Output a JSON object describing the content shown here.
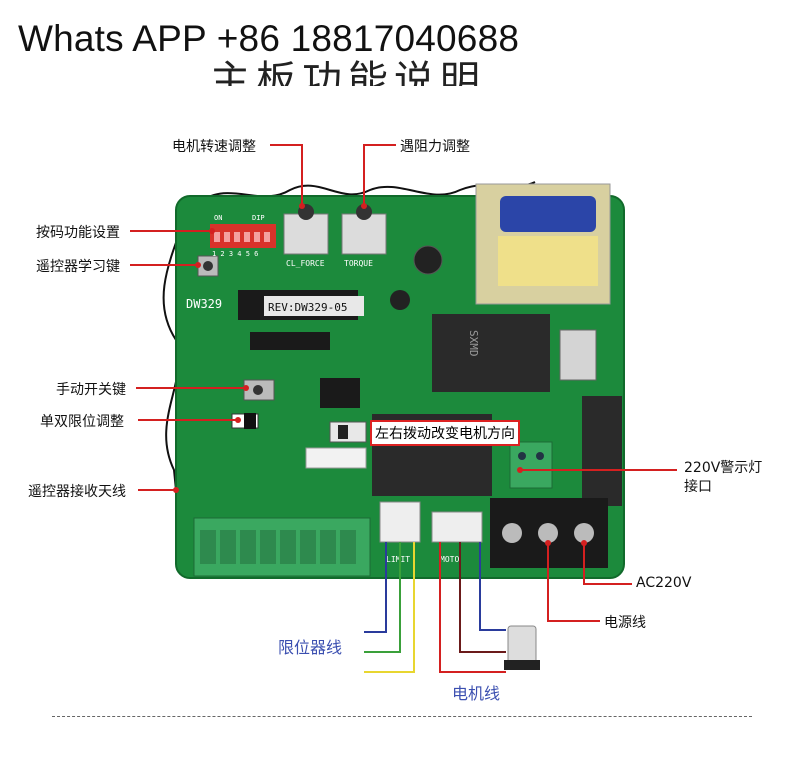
{
  "header": {
    "contact_text": "Whats APP +86 18817040688"
  },
  "title": {
    "text": "主板功能说明"
  },
  "labels": {
    "motor_speed": "电机转速调整",
    "resistance": "遇阻力调整",
    "dip_switch": "按码功能设置",
    "remote_learn": "遥控器学习键",
    "manual_switch": "手动开关键",
    "limit_adjust": "单双限位调整",
    "antenna": "遥控器接收天线",
    "direction_switch": "左右拨动改变电机方向",
    "warning_light_line1": "220V警示灯",
    "warning_light_line2": "接口",
    "ac220v": "AC220V",
    "power_line": "电源线",
    "limit_wire": "限位器线",
    "motor_wire": "电机线"
  },
  "board": {
    "model": "DW329",
    "rev": "REV:DW329-05",
    "pot1": "CL_FORCE",
    "pot2": "TORQUE",
    "limit": "LIMIT",
    "moto": "MOTO",
    "dip_on": "ON",
    "dip_brand": "DIP",
    "dip_numbers": "1 2 3 4 5 6",
    "relay_brand": "SXMD"
  },
  "colors": {
    "board": "#1c8a3c",
    "leader": "#d42020",
    "wire_blue": "#2a3b9c",
    "wire_green": "#3aa03a",
    "wire_yellow": "#e8d630"
  }
}
